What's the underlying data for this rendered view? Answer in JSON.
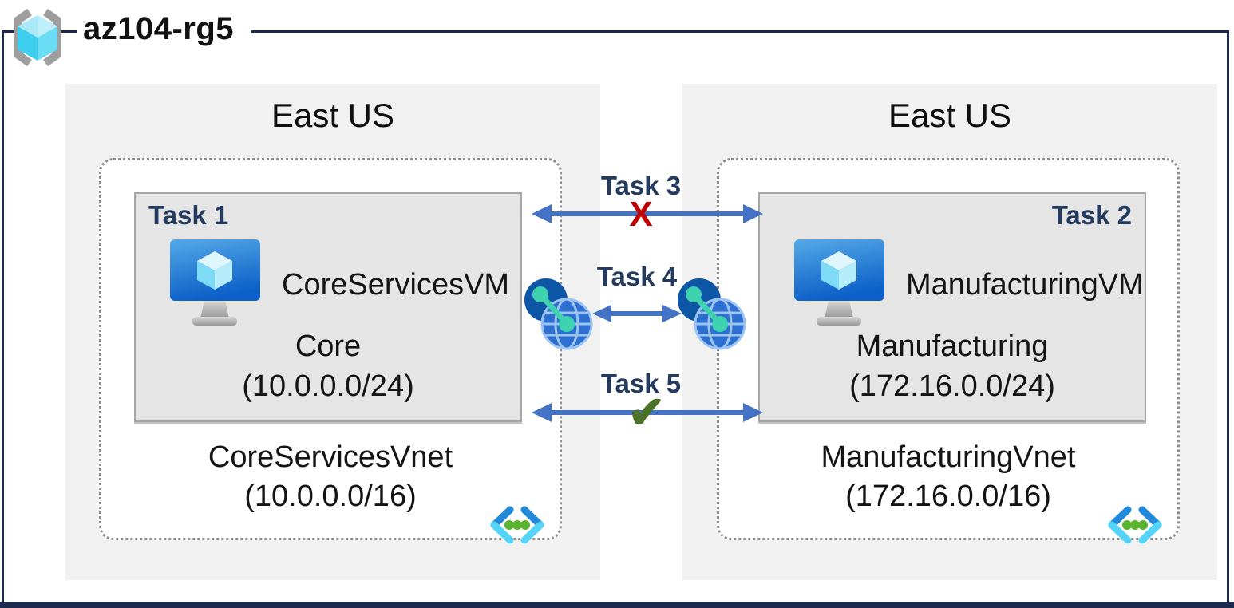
{
  "title": "az104-rg5",
  "regions": [
    {
      "name": "East US",
      "subnet": {
        "task": "Task 1",
        "vm": "CoreServicesVM",
        "name": "Core",
        "cidr": "(10.0.0.0/24)"
      },
      "vnet": {
        "name": "CoreServicesVnet",
        "cidr": "(10.0.0.0/16)"
      }
    },
    {
      "name": "East US",
      "subnet": {
        "task": "Task 2",
        "vm": "ManufacturingVM",
        "name": "Manufacturing",
        "cidr": "(172.16.0.0/24)"
      },
      "vnet": {
        "name": "ManufacturingVnet",
        "cidr": "(172.16.0.0/16)"
      }
    }
  ],
  "connections": {
    "task3": {
      "label": "Task 3",
      "glyph": "X",
      "meaning": "blocked"
    },
    "task4": {
      "label": "Task 4"
    },
    "task5": {
      "label": "Task 5",
      "glyph": "✔",
      "meaning": "allowed"
    }
  },
  "colors": {
    "frame_navy": "#1c2b4d",
    "region_gray": "#f1f1f1",
    "subnet_gray": "#e5e5e5",
    "arrow_blue": "#4472c4",
    "task_navy": "#243a5e",
    "x_red": "#c00000",
    "check_green": "#4c7128"
  },
  "icons": {
    "resource_group": "resource-group-icon",
    "vm": "virtual-machine-icon",
    "vnet": "virtual-network-icon",
    "peering": "vnet-peering-icon"
  }
}
